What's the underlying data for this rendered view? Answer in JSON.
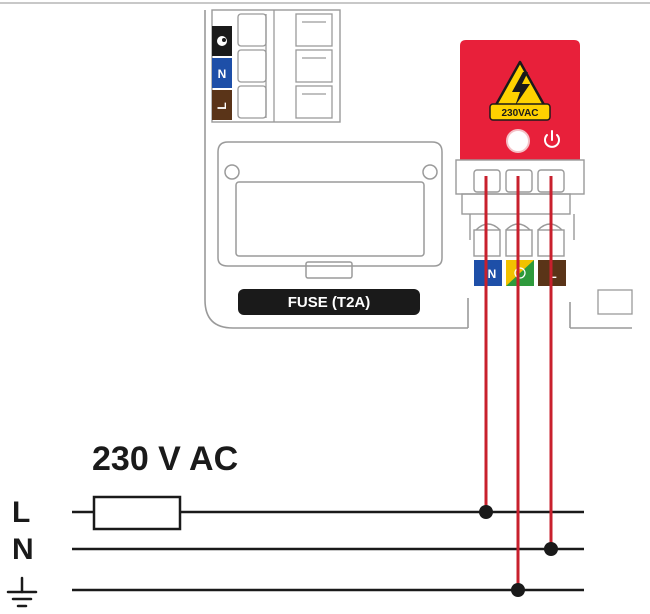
{
  "supply": {
    "voltage_label": "230 V AC",
    "line_labels": {
      "live": "L",
      "neutral": "N"
    }
  },
  "device": {
    "fuse_label": "FUSE (T2A)",
    "warning_label": "230VAC",
    "left_terminals": [
      "N",
      "L"
    ],
    "power_terminals": [
      "N",
      "L"
    ]
  },
  "colors": {
    "wire": "#c8202d",
    "power_module": "#e8203a",
    "neutral_blue": "#1e4fa8",
    "live_brown": "#5a3418",
    "earth_yellow": "#f2c200",
    "earth_green": "#2f9a3c",
    "warning_yellow": "#ffd200",
    "outline": "#9a9a9a",
    "line_black": "#1a1a1a"
  },
  "icons": [
    "lightning-icon",
    "power-icon",
    "earth-symbol-icon",
    "fuse-symbol-icon"
  ]
}
